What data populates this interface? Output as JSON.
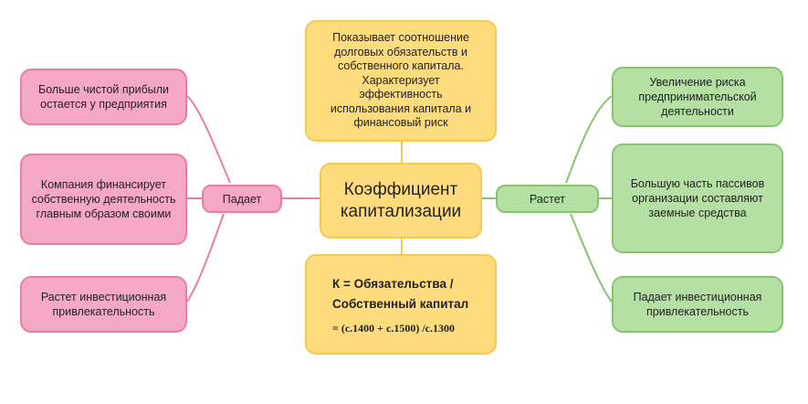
{
  "center": {
    "label": "Коэффициент\nкапитализации"
  },
  "description": {
    "text": "Показывает соотношение\nдолговых обязательств и\nсобственного капитала.\nХарактеризует эффективность\nиспользования капитала и\nфинансовый риск"
  },
  "formula": {
    "line1": "К = Обязательства /",
    "line2": "Собственный капитал",
    "line3": "=  (с.1400 + с.1500) /с.1300"
  },
  "left": {
    "connector": "Падает",
    "items": [
      "Больше чистой прибыли\nостается у предприятия",
      "Компания финансирует\nсобственную деятельность\nглавным образом своими",
      "Растет инвестиционная\nпривлекательность"
    ]
  },
  "right": {
    "connector": "Растет",
    "items": [
      "Увеличение риска\nпредпринимательской\nдеятельности",
      "Большую часть пассивов\nорганизации составляют\nзаемные средства",
      "Падает инвестиционная\nпривлекательность"
    ]
  },
  "colors": {
    "pink": "#f5a8c5",
    "pink_line": "#e67ea6",
    "green": "#b5e0a4",
    "green_line": "#86c46e",
    "yellow": "#fedc7e",
    "yellow_line": "#f5c84f"
  }
}
